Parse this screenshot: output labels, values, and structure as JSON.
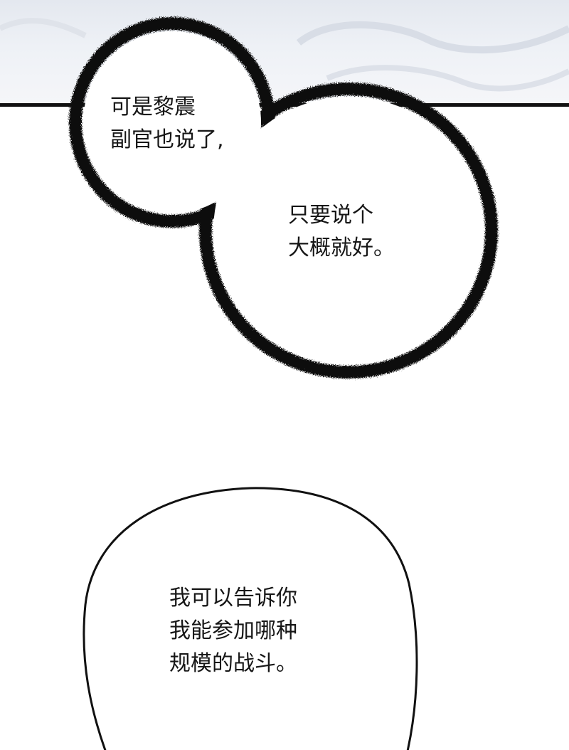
{
  "bubbles": {
    "bubble_1": {
      "line_1": "可是黎震",
      "line_2": "副官也说了,"
    },
    "bubble_2": {
      "line_1": "只要说个",
      "line_2": "大概就好。"
    },
    "bubble_3": {
      "line_1": "我可以告诉你",
      "line_2": "我能参加哪种",
      "line_3": "规模的战斗。"
    }
  },
  "colors": {
    "ink": "#111111",
    "panel_sky": "#e9ecf2",
    "bubble_fill": "#ffffff"
  }
}
